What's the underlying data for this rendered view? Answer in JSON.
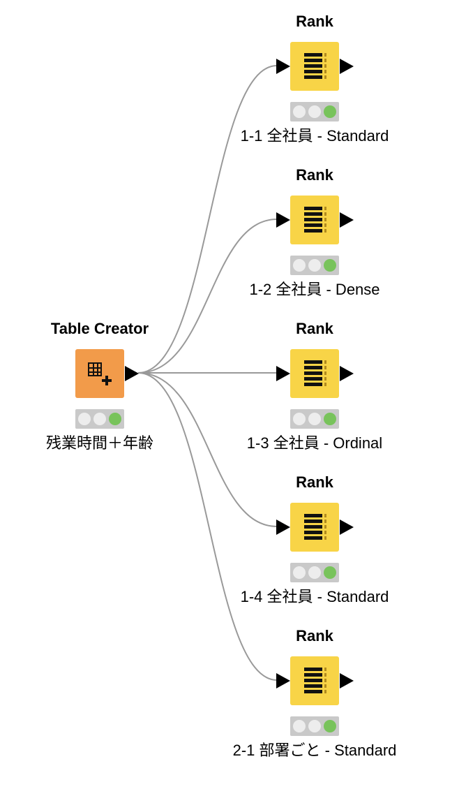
{
  "source_node": {
    "title": "Table Creator",
    "label": "残業時間＋年齢",
    "icon": "table-plus-icon",
    "color": "#f29b4a"
  },
  "rank_nodes": [
    {
      "title": "Rank",
      "label": "1-1 全社員 - Standard"
    },
    {
      "title": "Rank",
      "label": "1-2 全社員 - Dense"
    },
    {
      "title": "Rank",
      "label": "1-3 全社員 - Ordinal"
    },
    {
      "title": "Rank",
      "label": "1-4 全社員 - Standard"
    },
    {
      "title": "Rank",
      "label": "2-1 部署ごと - Standard"
    }
  ],
  "rank_color": "#f8d447",
  "status_colors": {
    "inactive": "#ededed",
    "executed": "#78c35b"
  },
  "connection_color": "#999999"
}
